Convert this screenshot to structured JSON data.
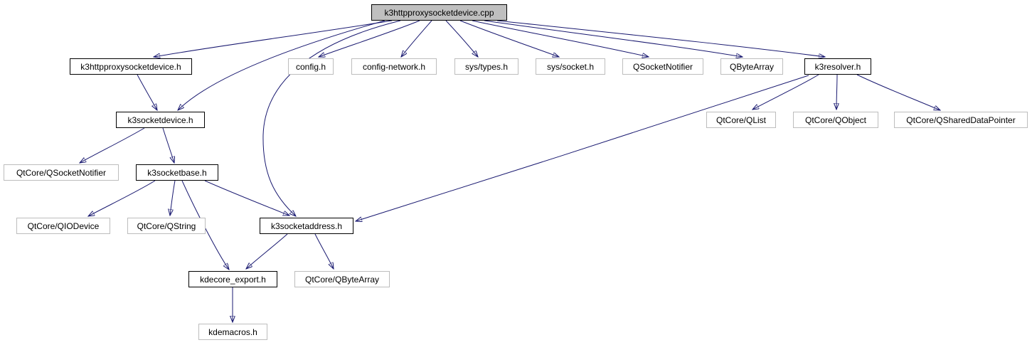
{
  "colors": {
    "edge": "#191970",
    "highlight_node_fill": "#bfbfbf",
    "documented_node_border": "#000000",
    "external_node_border": "#bdbdbd"
  },
  "nodes": {
    "cpp": "k3httpproxysocketdevice.cpp",
    "hdr": "k3httpproxysocketdevice.h",
    "config_h": "config.h",
    "config_network_h": "config-network.h",
    "sys_types_h": "sys/types.h",
    "sys_socket_h": "sys/socket.h",
    "qsocketnotifier": "QSocketNotifier",
    "qbytearray": "QByteArray",
    "k3resolver_h": "k3resolver.h",
    "k3socketdevice_h": "k3socketdevice.h",
    "qtcore_qlist": "QtCore/QList",
    "qtcore_qobject": "QtCore/QObject",
    "qtcore_qshareddatapointer": "QtCore/QSharedDataPointer",
    "qtcore_qsocketnotifier": "QtCore/QSocketNotifier",
    "k3socketbase_h": "k3socketbase.h",
    "qtcore_qiodevice": "QtCore/QIODevice",
    "qtcore_qstring": "QtCore/QString",
    "k3socketaddress_h": "k3socketaddress.h",
    "kdecore_export_h": "kdecore_export.h",
    "qtcore_qbytearray": "QtCore/QByteArray",
    "kdemacros_h": "kdemacros.h"
  },
  "edges": [
    {
      "from": "cpp",
      "to": "hdr"
    },
    {
      "from": "cpp",
      "to": "k3socketdevice_h"
    },
    {
      "from": "cpp",
      "to": "k3socketaddress_h"
    },
    {
      "from": "cpp",
      "to": "config_h"
    },
    {
      "from": "cpp",
      "to": "config_network_h"
    },
    {
      "from": "cpp",
      "to": "sys_types_h"
    },
    {
      "from": "cpp",
      "to": "sys_socket_h"
    },
    {
      "from": "cpp",
      "to": "qsocketnotifier"
    },
    {
      "from": "cpp",
      "to": "qbytearray"
    },
    {
      "from": "cpp",
      "to": "k3resolver_h"
    },
    {
      "from": "hdr",
      "to": "k3socketdevice_h"
    },
    {
      "from": "k3socketdevice_h",
      "to": "qtcore_qsocketnotifier"
    },
    {
      "from": "k3socketdevice_h",
      "to": "k3socketbase_h"
    },
    {
      "from": "k3socketbase_h",
      "to": "qtcore_qiodevice"
    },
    {
      "from": "k3socketbase_h",
      "to": "qtcore_qstring"
    },
    {
      "from": "k3socketbase_h",
      "to": "kdecore_export_h"
    },
    {
      "from": "k3socketbase_h",
      "to": "k3socketaddress_h"
    },
    {
      "from": "k3socketaddress_h",
      "to": "kdecore_export_h"
    },
    {
      "from": "k3socketaddress_h",
      "to": "qtcore_qbytearray"
    },
    {
      "from": "kdecore_export_h",
      "to": "kdemacros_h"
    },
    {
      "from": "k3resolver_h",
      "to": "qtcore_qlist"
    },
    {
      "from": "k3resolver_h",
      "to": "qtcore_qobject"
    },
    {
      "from": "k3resolver_h",
      "to": "qtcore_qshareddatapointer"
    },
    {
      "from": "k3resolver_h",
      "to": "k3socketaddress_h"
    }
  ]
}
